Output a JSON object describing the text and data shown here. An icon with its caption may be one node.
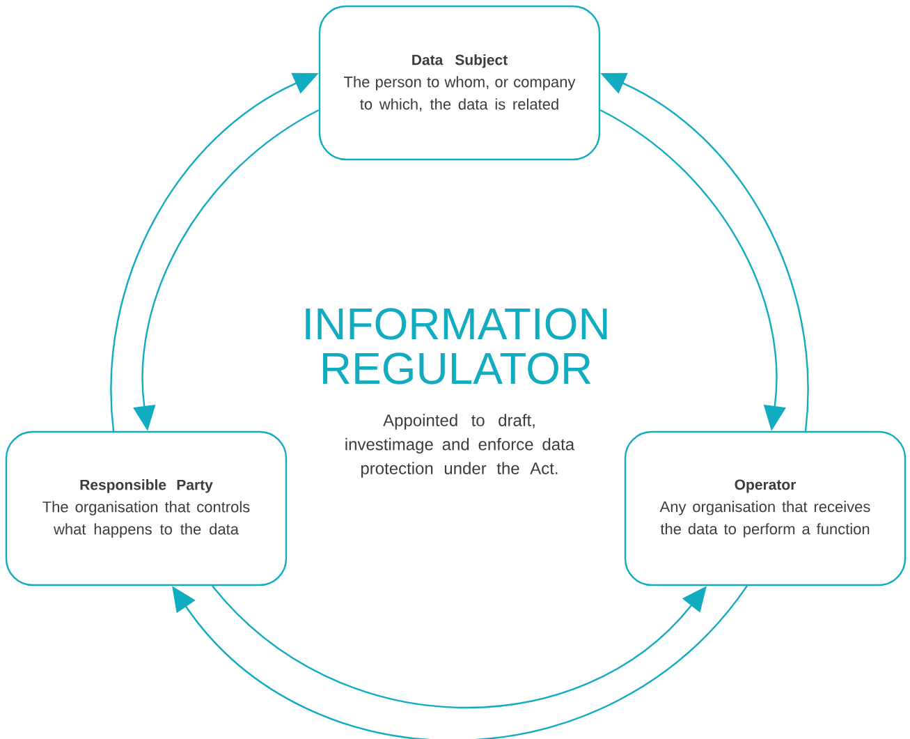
{
  "diagram": {
    "title": "INFORMATION REGULATOR",
    "nodes": [
      {
        "text": [
          "Data Subject",
          "The person to whom, or company to which, the data is related"
        ]
      },
      {
        "text": [
          "Responsible Party",
          "The organisation that controls what happens to the data"
        ]
      },
      {
        "text": [
          "Operator",
          "Any organisation that receives the data to perform a function"
        ]
      }
    ],
    "edges": [
      {
        "from": 1,
        "to": 0,
        "arrow": "to"
      },
      {
        "from": 0,
        "to": 1,
        "arrow": "to"
      },
      {
        "from": 0,
        "to": 2,
        "arrow": "to"
      },
      {
        "from": 2,
        "to": 0,
        "arrow": "to"
      },
      {
        "from": 1,
        "to": 2,
        "arrow": "to"
      },
      {
        "from": 2,
        "to": 1,
        "arrow": "to"
      }
    ],
    "labels": [
      "Appointed to draft, investimage and enforce data protection under the Act."
    ]
  }
}
